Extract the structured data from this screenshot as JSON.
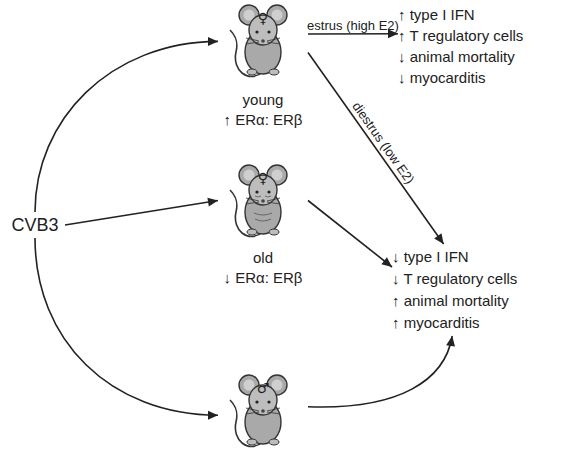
{
  "diagram": {
    "nodes": [
      {
        "text": [
          "CVB3"
        ]
      },
      {
        "text": [
          "♀",
          "young",
          "↑ ERα: ERβ"
        ]
      },
      {
        "text": [
          "♀",
          "old",
          "↓ ERα: ERβ"
        ]
      },
      {
        "text": [
          "♂"
        ]
      },
      {
        "text": [
          "↑ type I IFN",
          "↑ T regulatory cells",
          "↓ animal mortality",
          "↓ myocarditis"
        ]
      },
      {
        "text": [
          "↓ type I IFN",
          "↓ T regulatory cells",
          "↑ animal mortality",
          "↑ myocarditis"
        ]
      }
    ],
    "edges": [
      {
        "from": 0,
        "to": 1,
        "arrow": "to"
      },
      {
        "from": 0,
        "to": 2,
        "arrow": "to"
      },
      {
        "from": 0,
        "to": 3,
        "arrow": "to"
      },
      {
        "from": 1,
        "to": 4,
        "label": "estrus (high E2)",
        "arrow": "to"
      },
      {
        "from": 1,
        "to": 5,
        "label": "diestrus (low E2)",
        "arrow": "to"
      },
      {
        "from": 2,
        "to": 5,
        "arrow": "to"
      },
      {
        "from": 3,
        "to": 5,
        "arrow": "to"
      }
    ]
  }
}
